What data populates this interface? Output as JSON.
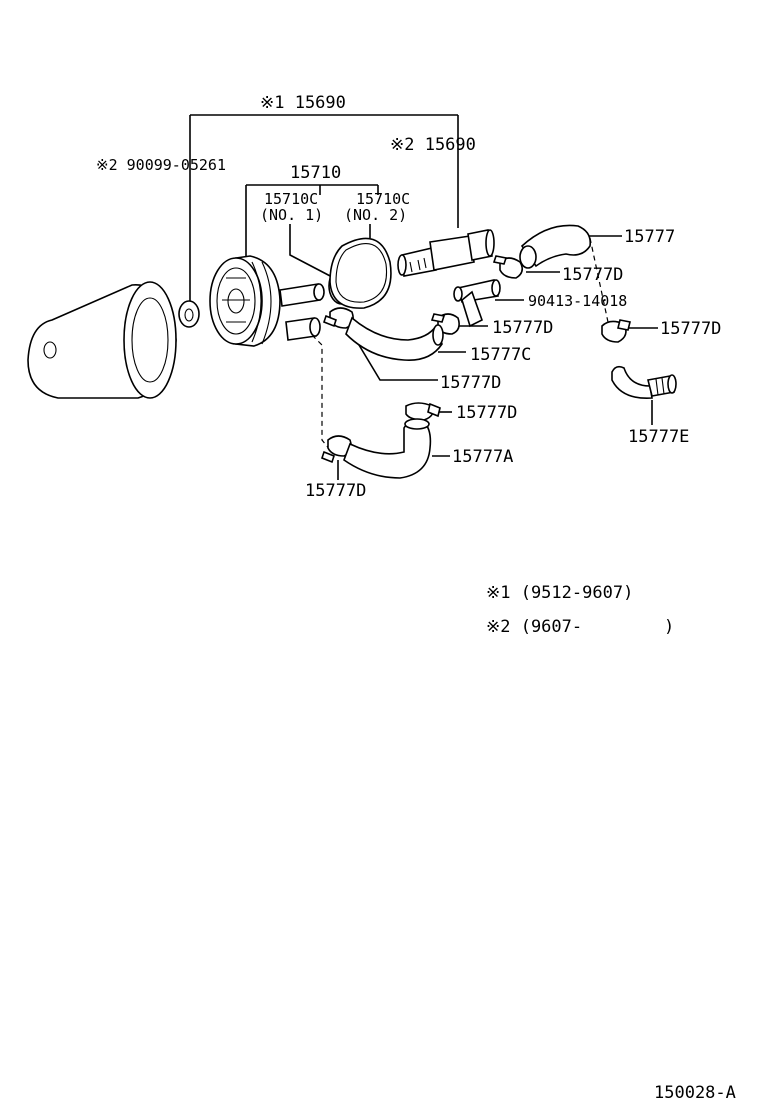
{
  "labels": {
    "assy1": "※1 15690",
    "assy2": "※2 15690",
    "bolt_seal": "※2 90099-05261",
    "cooler": "15710",
    "gasket1_num": "15710C",
    "gasket1_sub": "(NO. 1)",
    "gasket2_num": "15710C",
    "gasket2_sub": "(NO. 2)",
    "hose_top": "15777",
    "clamp_top": "15777D",
    "union": "90413-14018",
    "clamp_mid": "15777D",
    "clamp_right": "15777D",
    "hose_c": "15777C",
    "clamp_c": "15777D",
    "hose_e": "15777E",
    "clamp_a_top": "15777D",
    "hose_a": "15777A",
    "clamp_a_bottom": "15777D"
  },
  "notes": {
    "note1": "※1 (9512-9607)",
    "note2": "※2 (9607-        )"
  },
  "figure_code": "150028-A"
}
